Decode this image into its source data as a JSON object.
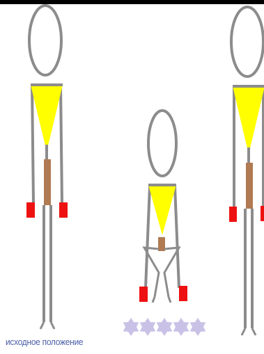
{
  "caption": "исходное положение",
  "colors": {
    "outline": "#8c8c8c",
    "torso": "#ffff00",
    "belt": "#b07a52",
    "hands": "#ee1111",
    "stars": "#c9c2e6",
    "caption": "#4a5ea8",
    "top_bar": "#000000"
  },
  "figures": [
    {
      "name": "standing-figure-left",
      "pose": "standing"
    },
    {
      "name": "squatting-figure-middle",
      "pose": "squat"
    },
    {
      "name": "standing-figure-right",
      "pose": "standing"
    }
  ],
  "stars": {
    "count": 5
  }
}
